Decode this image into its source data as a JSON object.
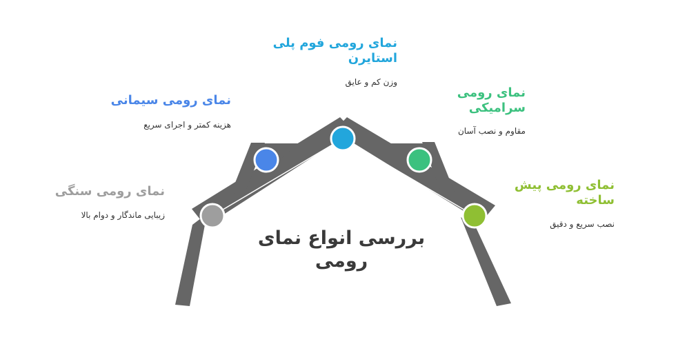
{
  "center": {
    "title_line1": "بررسی انواع نمای",
    "title_line2": "رومی"
  },
  "items": [
    {
      "title_line1": "نمای رومی فوم پلی",
      "title_line2": "استایرن",
      "desc": "وزن کم و عایق",
      "color": "#22a6dc"
    },
    {
      "title_line1": "نمای رومی سیمانی",
      "title_line2": "",
      "desc": "هزینه کمتر و اجرای سریع",
      "color": "#4a86e8"
    },
    {
      "title_line1": "نمای رومی",
      "title_line2": "سرامیکی",
      "desc": "مقاوم و نصب آسان",
      "color": "#3cc17f"
    },
    {
      "title_line1": "نمای رومی سنگی",
      "title_line2": "",
      "desc": "زیبایی ماندگار و دوام بالا",
      "color": "#9e9e9e"
    },
    {
      "title_line1": "نمای رومی پیش",
      "title_line2": "ساخته",
      "desc": "نصب سریع و دقیق",
      "color": "#8fbf33"
    }
  ],
  "structure_color": "#666666"
}
